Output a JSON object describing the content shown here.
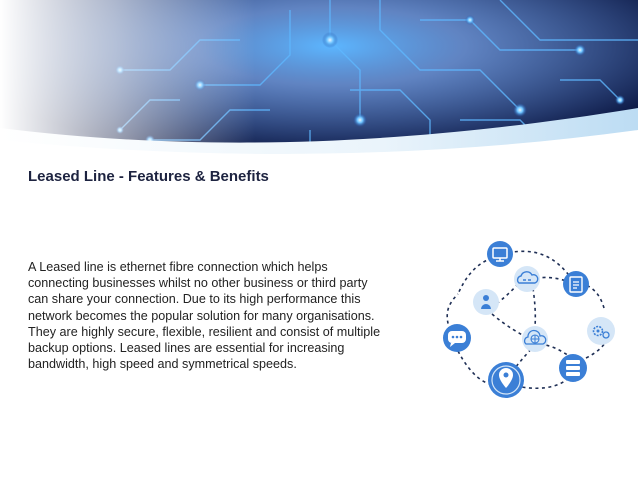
{
  "slide": {
    "title": "Leased Line - Features & Benefits",
    "body_lines": [
      "A Leased line is ethernet fibre connection which helps",
      "connecting businesses whilst no other business or third party",
      "can share your connection. Due to its high performance this",
      "network becomes the popular solution for many organisations.",
      "They are highly secure, flexible, resilient and consist of multiple",
      "backup options. Leased lines are essential for increasing",
      "bandwidth, high speed and symmetrical speeds."
    ]
  },
  "colors": {
    "title": "#1d2340",
    "text": "#222222",
    "banner_dark": "#0a1540",
    "banner_glow": "#3fa9ff",
    "swoosh": "#cde6f6",
    "node": "#3b7fd6",
    "node_light": "#d5e6f7",
    "dash": "#1f2f55"
  },
  "network": {
    "nodes": [
      {
        "name": "monitor-icon"
      },
      {
        "name": "link-cloud-icon"
      },
      {
        "name": "document-icon"
      },
      {
        "name": "user-icon"
      },
      {
        "name": "chat-bubble-icon"
      },
      {
        "name": "globe-cloud-icon"
      },
      {
        "name": "settings-cloud-icon"
      },
      {
        "name": "server-icon"
      },
      {
        "name": "location-pin-icon"
      }
    ]
  }
}
